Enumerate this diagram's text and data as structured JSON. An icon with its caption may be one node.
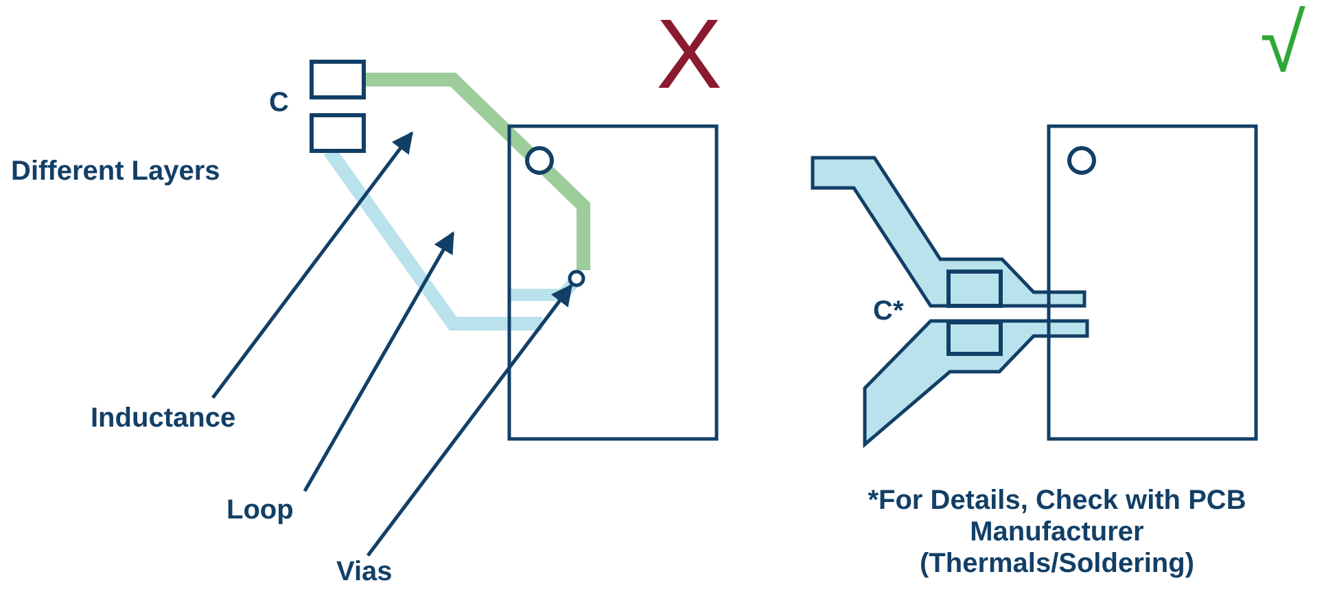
{
  "diagram": {
    "nodes": [
      {
        "text": [
          "Inductance"
        ]
      },
      {
        "text": [
          "Loop"
        ]
      },
      {
        "text": [
          "Vias"
        ]
      },
      {
        "text": [],
        "shape": "circle"
      }
    ],
    "edges": [
      {
        "from": 0,
        "to": null,
        "arrow": "to"
      },
      {
        "from": 1,
        "to": null,
        "arrow": "to"
      },
      {
        "from": 2,
        "to": 3,
        "arrow": "to"
      }
    ],
    "labels": [
      "X",
      "C",
      "Different Layers",
      "√",
      "C*",
      "*For Details, Check with PCB Manufacturer (Thermals/Soldering)"
    ]
  }
}
